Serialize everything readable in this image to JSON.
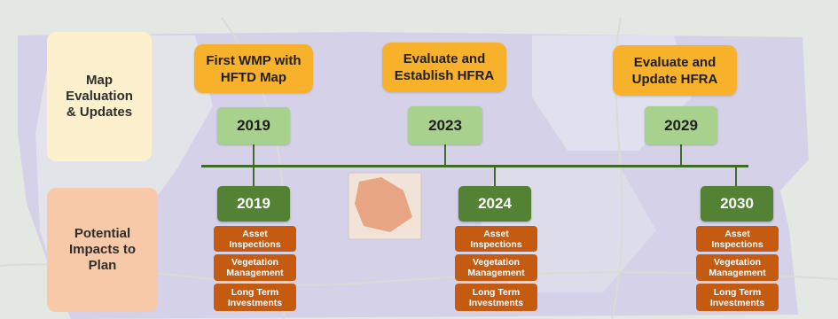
{
  "colors": {
    "map_background": "#e3e8e2",
    "region_fill": "#c9c3ea",
    "top_label_bg": "#fdf0cc",
    "bottom_label_bg": "#f8c9a8",
    "evaluation_box": "#f7b12b",
    "year_light": "#a9d18e",
    "year_dark": "#548235",
    "impact_box": "#c55a11",
    "timeline": "#3f6b2a"
  },
  "row_labels": {
    "map_evaluation": "Map\nEvaluation\n& Updates",
    "potential_impacts": "Potential\nImpacts to\nPlan"
  },
  "map_evaluation_milestones": [
    {
      "event": "First WMP with\nHFTD Map",
      "year": "2019"
    },
    {
      "event": "Evaluate and\nEstablish HFRA",
      "year": "2023"
    },
    {
      "event": "Evaluate and\nUpdate HFRA",
      "year": "2029"
    }
  ],
  "plan_impact_milestones": [
    {
      "year": "2019",
      "impacts": [
        "Asset\nInspections",
        "Vegetation\nManagement",
        "Long Term\nInvestments"
      ]
    },
    {
      "year": "2024",
      "impacts": [
        "Asset\nInspections",
        "Vegetation\nManagement",
        "Long Term\nInvestments"
      ]
    },
    {
      "year": "2030",
      "impacts": [
        "Asset\nInspections",
        "Vegetation\nManagement",
        "Long Term\nInvestments"
      ]
    }
  ]
}
